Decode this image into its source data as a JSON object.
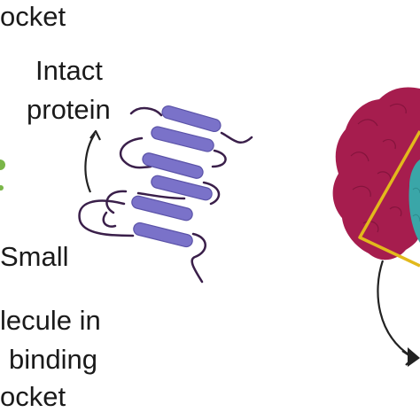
{
  "labels": {
    "top_cut": "ocket",
    "intact_line1": "Intact",
    "intact_line2": "protein",
    "small_line1": "Small",
    "small_line2": "lecule in",
    "small_line3": "binding",
    "small_line4": "ocket"
  },
  "colors": {
    "helix": "#7a72c9",
    "helix_edge": "#5b53a8",
    "loop": "#3a1f4a",
    "protein_red": "#a61d4e",
    "protein_red_dark": "#7e1239",
    "protein_teal": "#3aa6a8",
    "box_outline": "#e2b91c",
    "ligand_green": "#7ab648",
    "arrow": "#222222"
  },
  "icons": {
    "arrow_up": "curved-arrow-icon",
    "arrow_down": "curved-arrow-icon",
    "structure": "protein-ribbon-icon",
    "surface": "protein-surface-icon"
  }
}
